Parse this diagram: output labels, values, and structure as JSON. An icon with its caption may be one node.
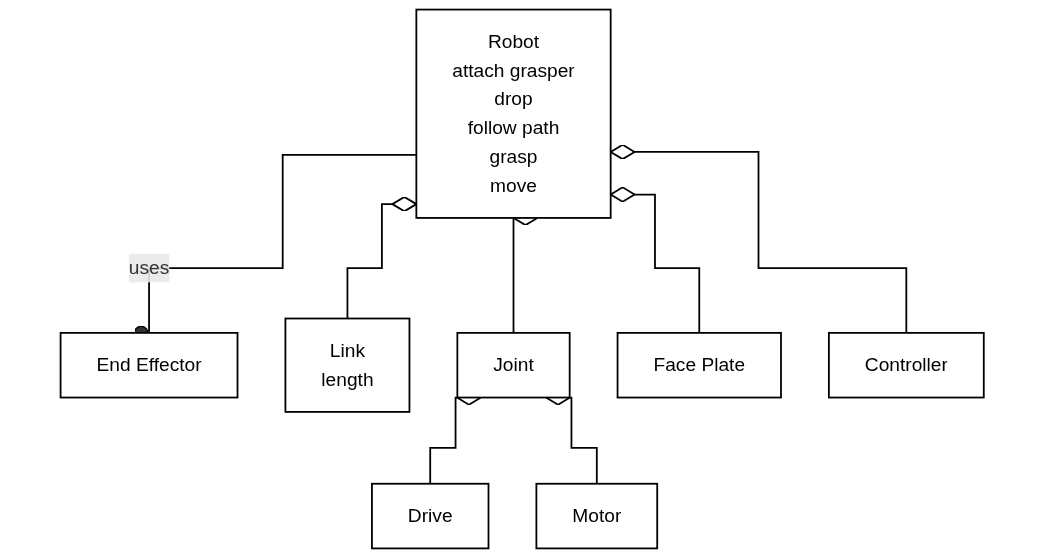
{
  "diagram": {
    "nodes": [
      {
        "text": [
          "Robot",
          "attach grasper",
          "drop",
          "follow path",
          "grasp",
          "move"
        ]
      },
      {
        "text": [
          "End Effector"
        ]
      },
      {
        "text": [
          "Link",
          "length"
        ]
      },
      {
        "text": [
          "Joint"
        ]
      },
      {
        "text": [
          "Face Plate"
        ]
      },
      {
        "text": [
          "Controller"
        ]
      },
      {
        "text": [
          "Drive"
        ]
      },
      {
        "text": [
          "Motor"
        ]
      }
    ],
    "edges": [
      {
        "from": 0,
        "to": 1,
        "arrow": "other",
        "label": "uses"
      },
      {
        "from": 0,
        "to": 2,
        "arrow": "other"
      },
      {
        "from": 0,
        "to": 3,
        "arrow": "other"
      },
      {
        "from": 0,
        "to": 4,
        "arrow": "other"
      },
      {
        "from": 0,
        "to": 5,
        "arrow": "other"
      },
      {
        "from": 3,
        "to": 6,
        "arrow": "other"
      },
      {
        "from": 3,
        "to": 7,
        "arrow": "other"
      }
    ]
  }
}
